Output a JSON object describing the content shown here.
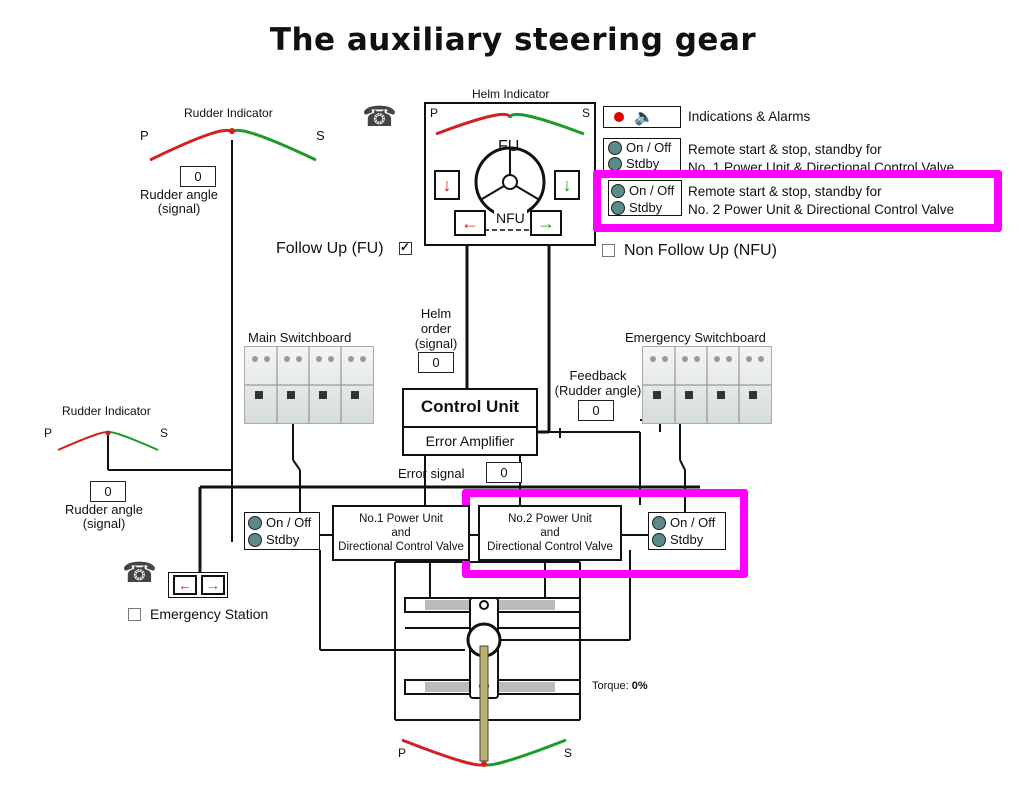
{
  "title": "The auxiliary steering gear",
  "rudder_indicator_top": {
    "label": "Rudder Indicator",
    "port": "P",
    "starboard": "S",
    "value": "0",
    "caption_line1": "Rudder angle",
    "caption_line2": "(signal)"
  },
  "rudder_indicator_left": {
    "label": "Rudder Indicator",
    "port": "P",
    "starboard": "S",
    "value": "0",
    "caption_line1": "Rudder angle",
    "caption_line2": "(signal)"
  },
  "helm": {
    "label": "Helm Indicator",
    "port": "P",
    "starboard": "S",
    "fu": "FU",
    "nfu": "NFU",
    "follow_up_label": "Follow Up (FU)",
    "follow_up_checked": true,
    "non_follow_up_label": "Non Follow Up (NFU)",
    "non_follow_up_checked": false
  },
  "legend": {
    "alarms": "Indications & Alarms",
    "on_off": "On / Off",
    "stdby": "Stdby",
    "pu1_line1": "Remote start & stop, standby for",
    "pu1_line2": "No. 1 Power Unit & Directional Control Valve",
    "pu2_line1": "Remote start & stop, standby for",
    "pu2_line2": "No. 2 Power Unit & Directional Control Valve"
  },
  "helm_order": {
    "line1": "Helm",
    "line2": "order",
    "line3": "(signal)",
    "value": "0"
  },
  "control_unit": {
    "title": "Control Unit",
    "amplifier": "Error Amplifier",
    "error_signal_label": "Error signal",
    "error_signal_value": "0"
  },
  "feedback": {
    "line1": "Feedback",
    "line2": "(Rudder angle)",
    "value": "0"
  },
  "main_switchboard": "Main Switchboard",
  "emergency_switchboard": "Emergency Switchboard",
  "pu1": {
    "line1": "No.1 Power Unit",
    "line2": "and",
    "line3": "Directional Control Valve",
    "on_off": "On / Off",
    "stdby": "Stdby"
  },
  "pu2": {
    "line1": "No.2 Power Unit",
    "line2": "and",
    "line3": "Directional Control Valve",
    "on_off": "On / Off",
    "stdby": "Stdby"
  },
  "emergency_station": {
    "label": "Emergency Station",
    "checked": false
  },
  "torque": {
    "label": "Torque:",
    "value": "0%"
  },
  "rudder_bottom": {
    "port": "P",
    "starboard": "S"
  },
  "colors": {
    "highlight": "#ff00ff",
    "port": "#d42020",
    "starboard": "#1e9a2a",
    "led": "#5a8a8a"
  }
}
